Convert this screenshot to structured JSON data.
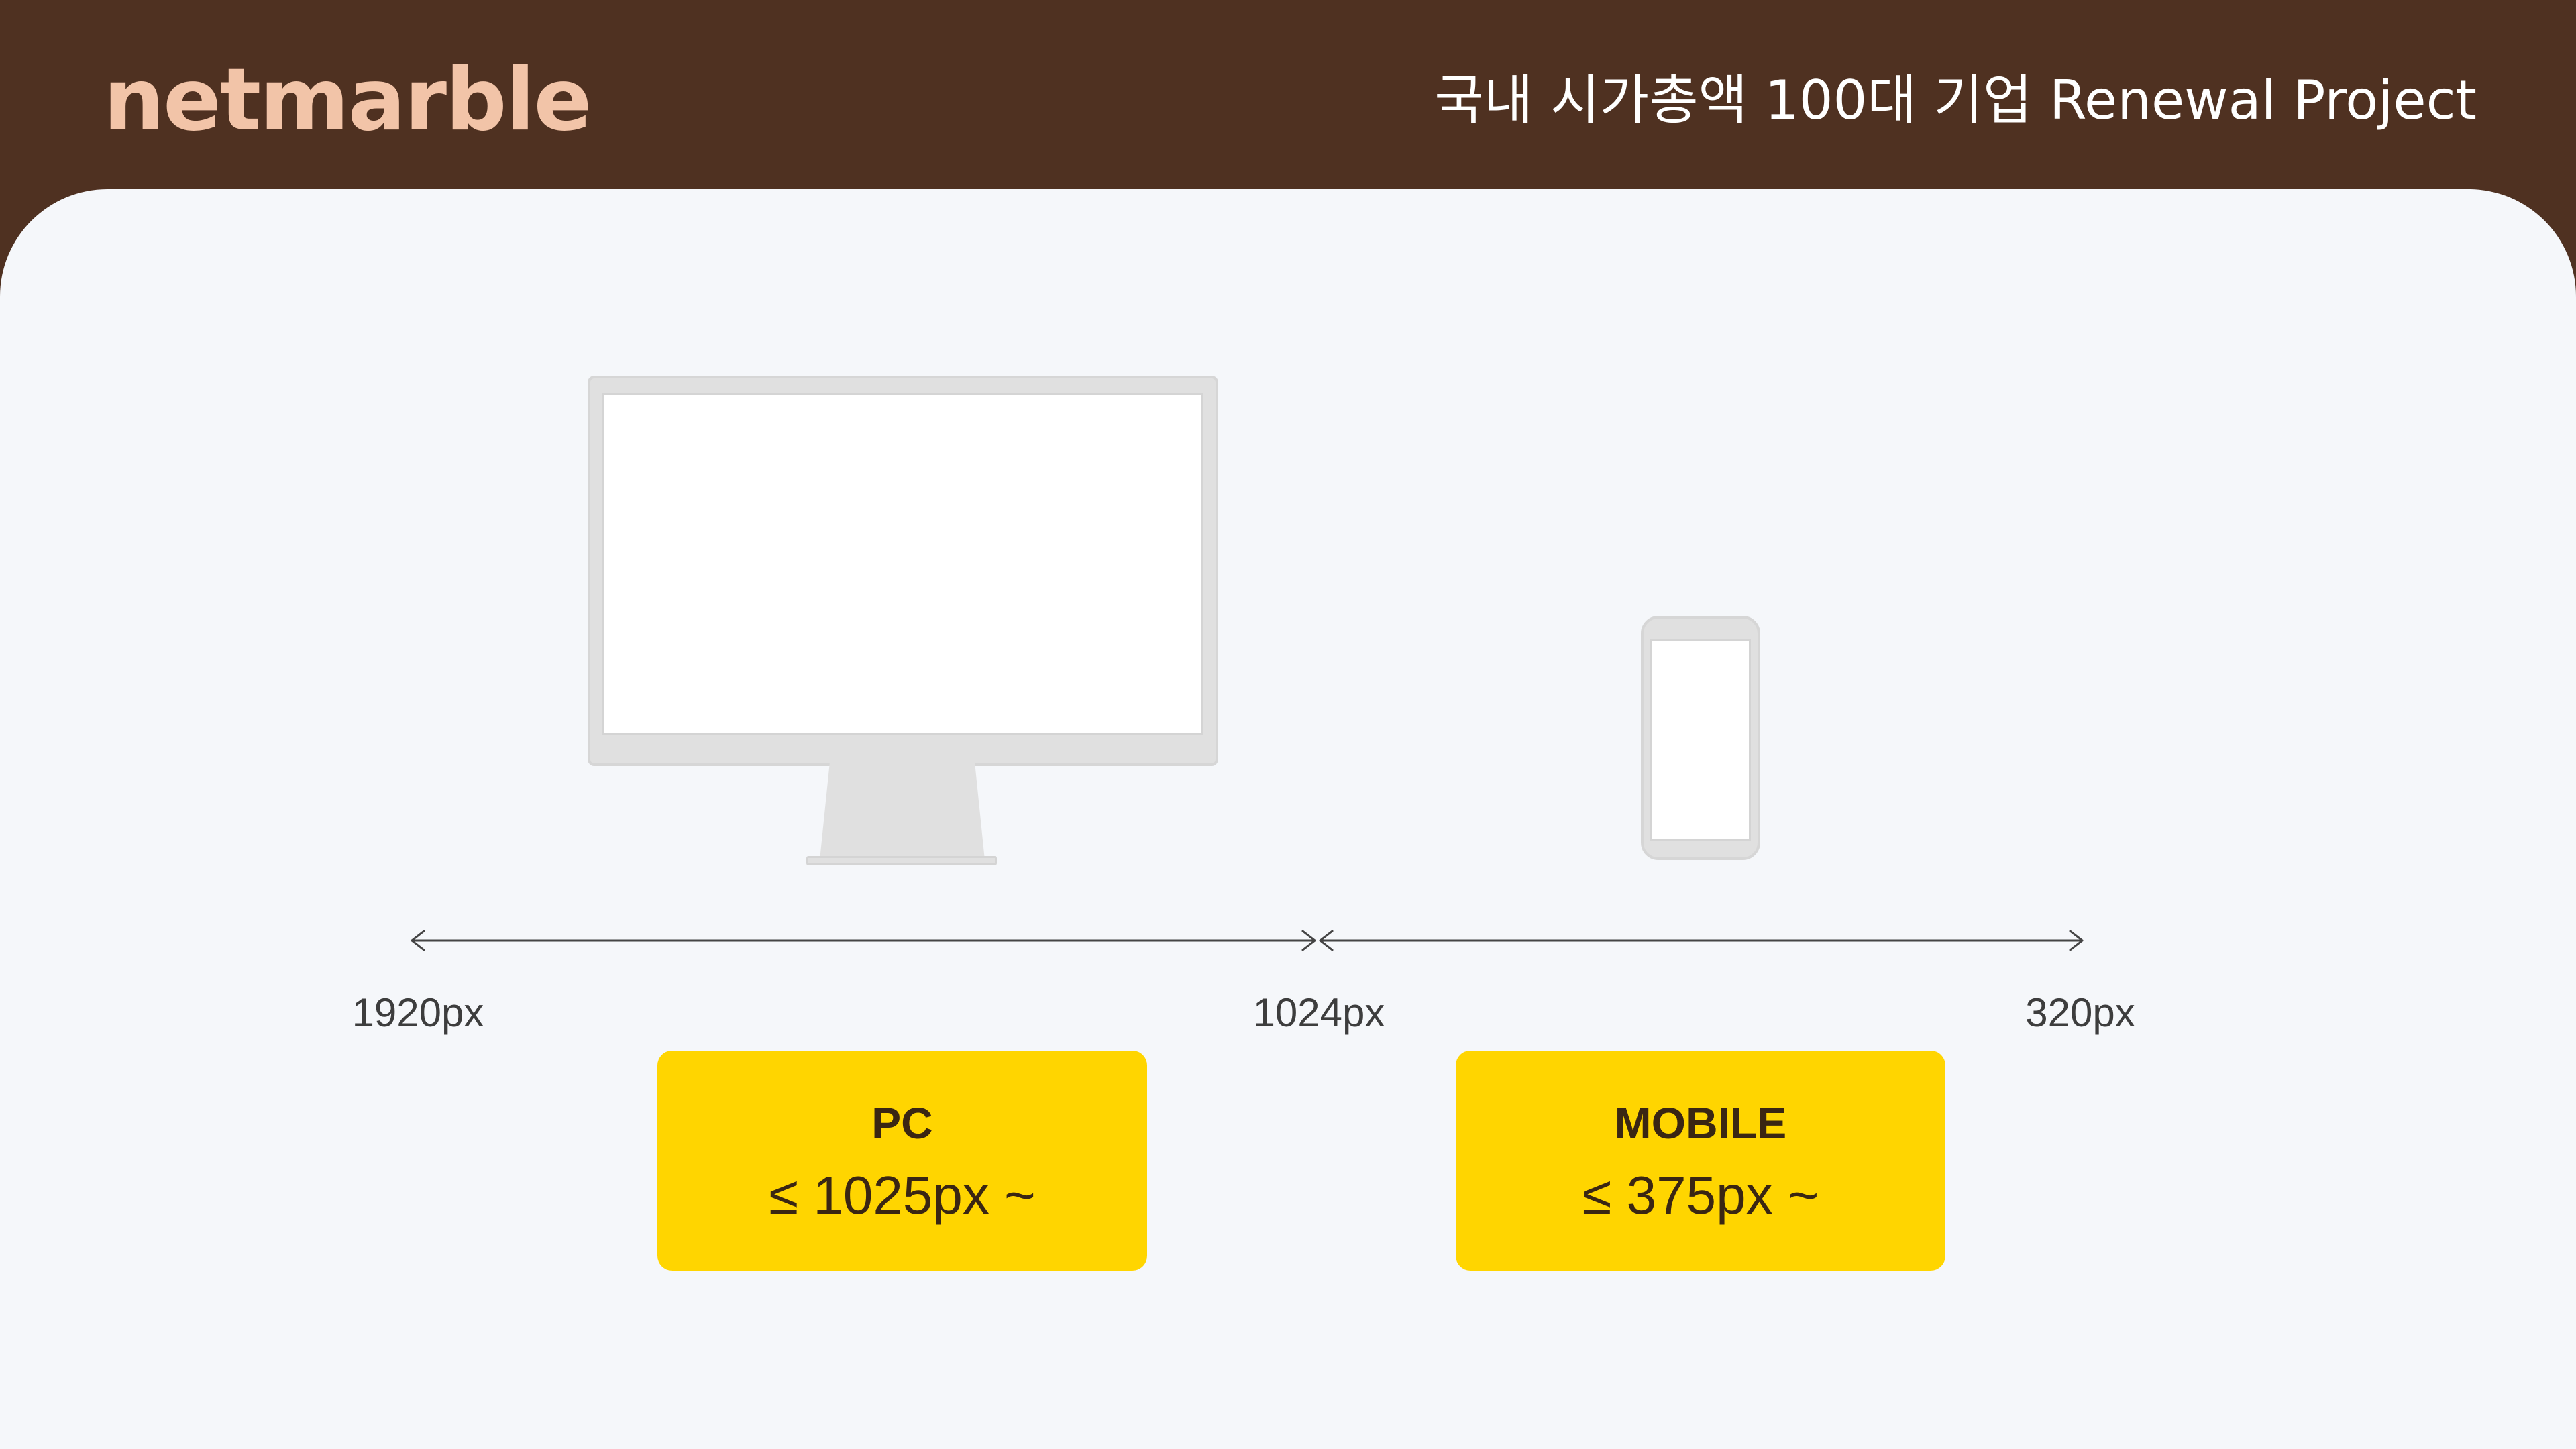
{
  "header": {
    "logo_text": "netmarble",
    "project_title": "국내 시가총액 100대 기업 Renewal Project"
  },
  "colors": {
    "header_bg": "#4f3121",
    "logo": "#f2c4a8",
    "panel_bg": "#f5f7fa",
    "card_bg": "#ffd500",
    "card_text": "#3a2613",
    "device_gray": "#e0e0e0"
  },
  "breakpoints": {
    "labels": [
      "1920px",
      "1024px",
      "320px"
    ]
  },
  "devices": [
    {
      "name": "monitor-icon"
    },
    {
      "name": "phone-icon"
    }
  ],
  "cards": {
    "pc": {
      "title": "PC",
      "range": "≤ 1025px ~"
    },
    "mobile": {
      "title": "MOBILE",
      "range": "≤ 375px ~"
    }
  }
}
